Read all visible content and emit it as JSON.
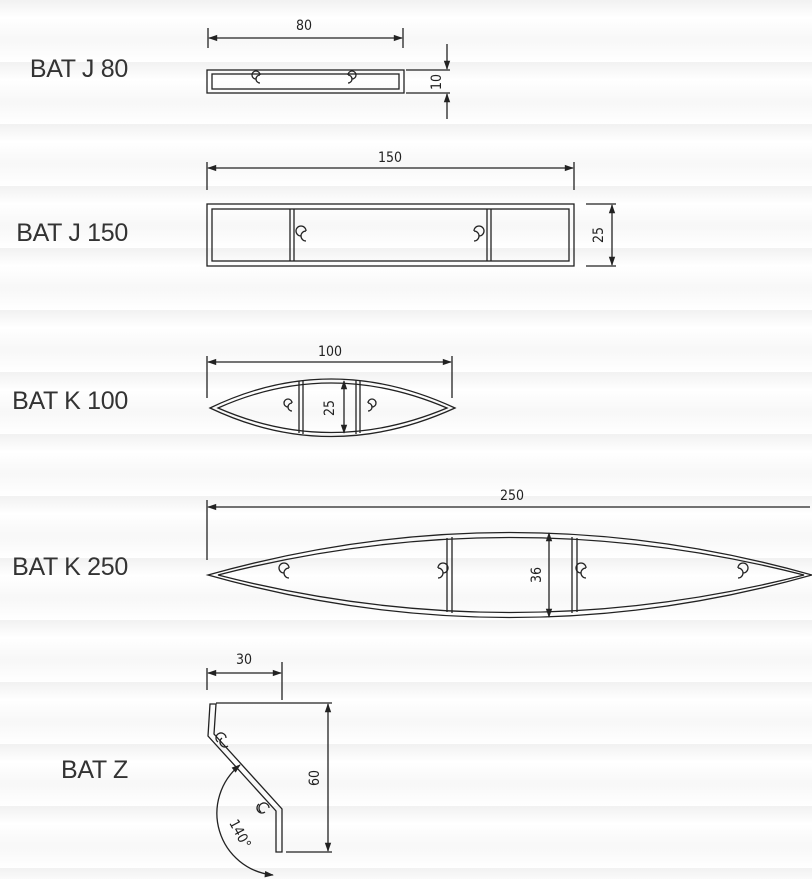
{
  "profiles": [
    {
      "name": "BAT J 80",
      "width": "80",
      "height": "10"
    },
    {
      "name": "BAT J 150",
      "width": "150",
      "height": "25"
    },
    {
      "name": "BAT K 100",
      "width": "100",
      "height": "25"
    },
    {
      "name": "BAT K 250",
      "width": "250",
      "height": "36"
    },
    {
      "name": "BAT Z",
      "width": "30",
      "height": "60",
      "angle": "140°"
    }
  ],
  "colors": {
    "line": "#222222",
    "label": "#333333",
    "background": "#ffffff"
  }
}
